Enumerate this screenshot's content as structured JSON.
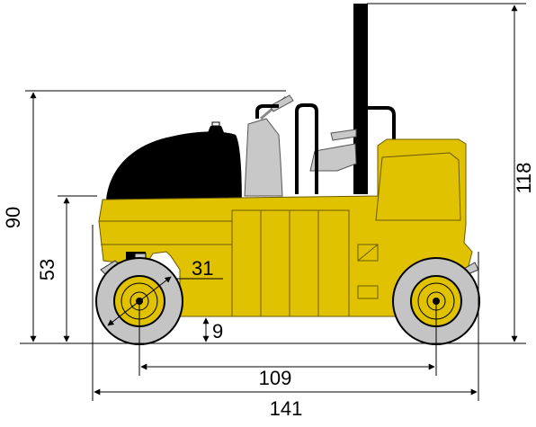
{
  "dimensions": {
    "overall_height": "118",
    "hood_height": "90",
    "body_height": "53",
    "tire_size": "31",
    "ground_clearance": "9",
    "wheelbase": "109",
    "overall_length": "141"
  },
  "colors": {
    "body": "#e0c200",
    "body_dark": "#b89c00",
    "hood": "#000000",
    "seat_grey": "#c8c8c8",
    "tire": "#c4c4c4",
    "hub": "#e0c200",
    "lines": "#000000"
  }
}
